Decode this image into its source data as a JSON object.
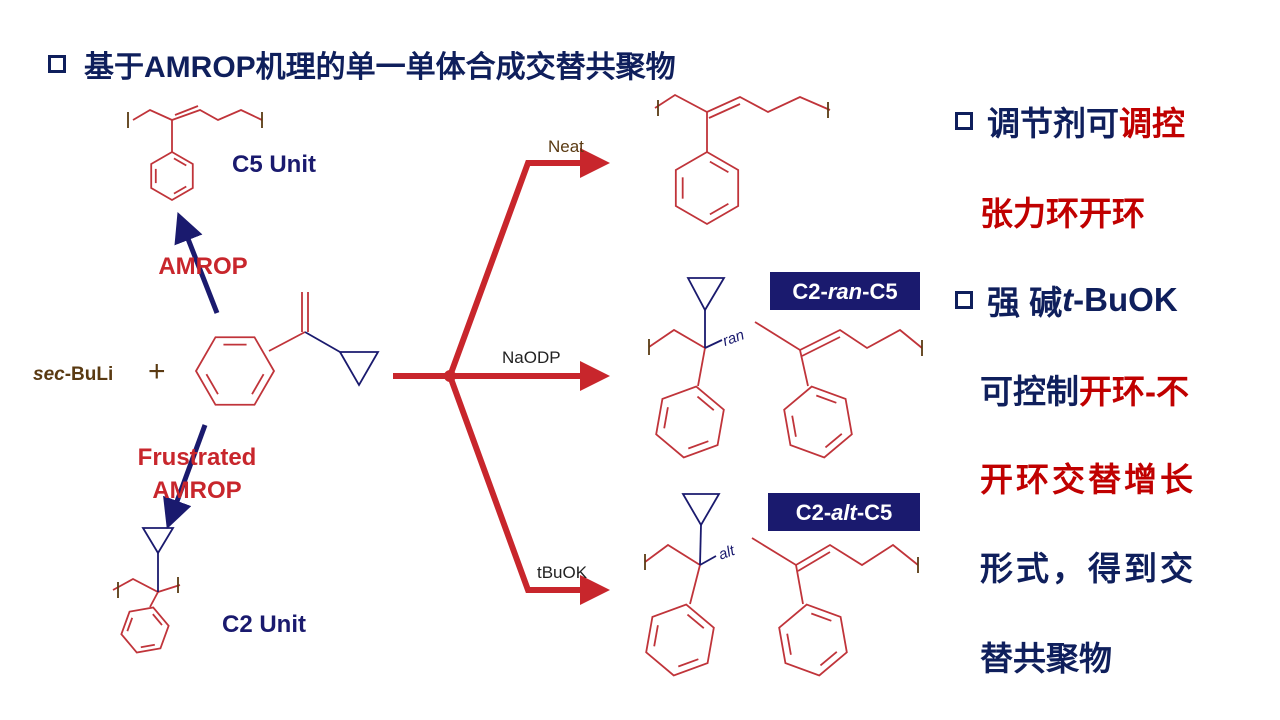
{
  "title": "基于AMROP机理的单一单体合成交替共聚物",
  "left": {
    "c5_unit": "C5 Unit",
    "c2_unit": "C2 Unit",
    "amrop": "AMROP",
    "frustrated_1": "Frustrated",
    "frustrated_2": "AMROP",
    "initiator_prefix": "sec",
    "initiator_suffix": "-BuLi",
    "plus": "+"
  },
  "conditions": {
    "neat": "Neat",
    "naodp": "NaODP",
    "tbuok": "tBuOK"
  },
  "products": {
    "ran_box": {
      "a": "C2-",
      "b": "ran",
      "c": "-C5"
    },
    "ran_link": "ran",
    "alt_box": {
      "a": "C2-",
      "b": "alt",
      "c": "-C5"
    },
    "alt_link": "alt"
  },
  "right_text": {
    "l1a": "调节剂可",
    "l1b": "调控",
    "l2": "张力环开环",
    "l3a": "强 碱 ",
    "l3b": "t",
    "l3c": "-BuOK",
    "l4a": "可控制",
    "l4b": "开环-不",
    "l5": "开环交替增长",
    "l6": "形式，得到交",
    "l7": "替共聚物"
  },
  "colors": {
    "navy": "#0f1f5c",
    "red": "#c00000",
    "structure_red": "#c0343a",
    "arrow_red": "#c8262c",
    "brown": "#5a3a12"
  }
}
